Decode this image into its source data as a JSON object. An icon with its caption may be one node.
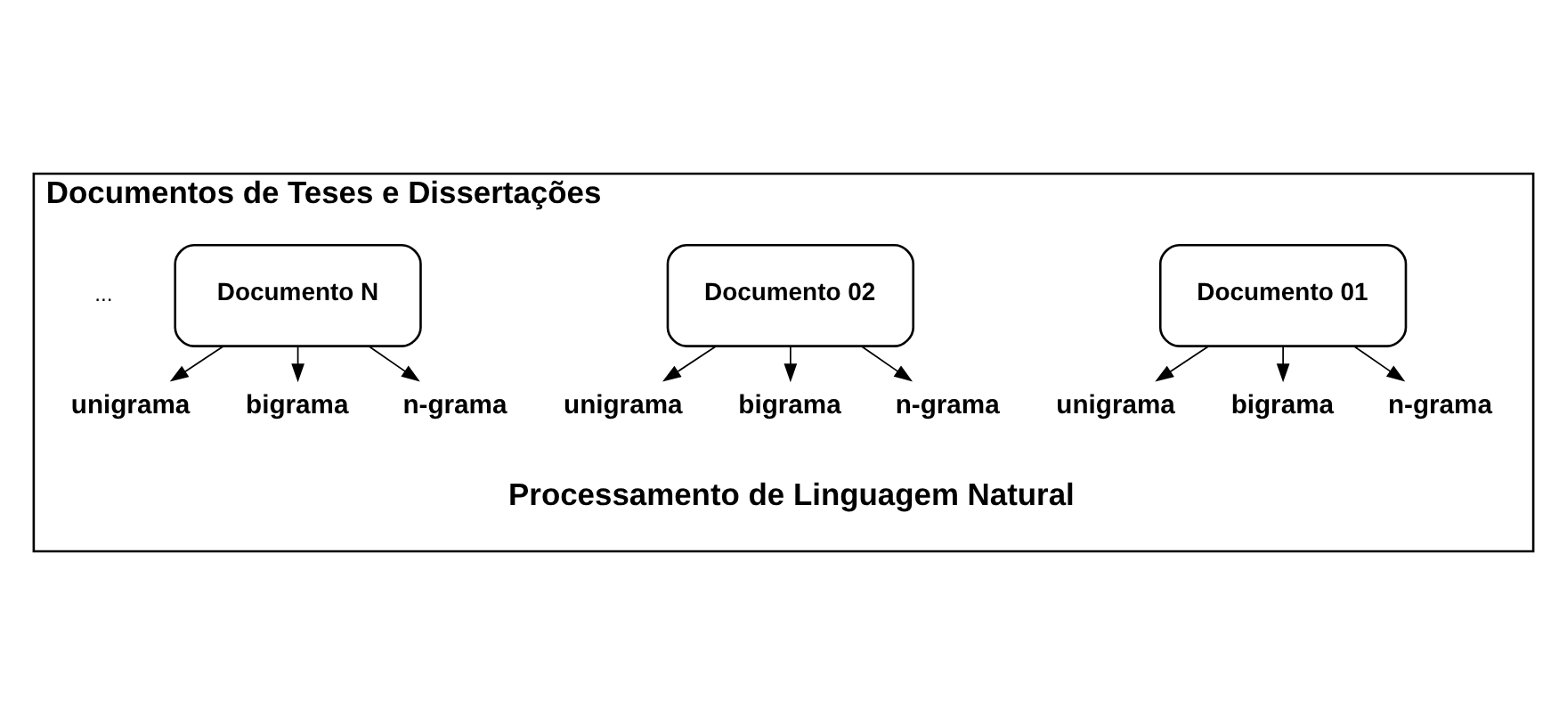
{
  "diagram": {
    "nodes": [
      {
        "text": [
          "Documentos de Teses e Dissertações"
        ]
      },
      {
        "text": [
          "Documento 01"
        ],
        "in": 0
      },
      {
        "text": [
          "unigrama"
        ],
        "in": 0
      },
      {
        "text": [
          "bigrama"
        ],
        "in": 0
      },
      {
        "text": [
          "n-grama"
        ],
        "in": 0
      },
      {
        "text": [
          "Documento 02"
        ],
        "in": 0
      },
      {
        "text": [
          "unigrama"
        ],
        "in": 0
      },
      {
        "text": [
          "bigrama"
        ],
        "in": 0
      },
      {
        "text": [
          "n-grama"
        ],
        "in": 0
      },
      {
        "text": [
          "Documento N"
        ],
        "in": 0
      },
      {
        "text": [
          "unigrama"
        ],
        "in": 0
      },
      {
        "text": [
          "bigrama"
        ],
        "in": 0
      },
      {
        "text": [
          "n-grama"
        ],
        "in": 0
      }
    ],
    "edges": [
      {
        "from": 1,
        "to": 2,
        "arrow": "to"
      },
      {
        "from": 1,
        "to": 3,
        "arrow": "to"
      },
      {
        "from": 1,
        "to": 4,
        "arrow": "to"
      },
      {
        "from": 5,
        "to": 6,
        "arrow": "to"
      },
      {
        "from": 5,
        "to": 7,
        "arrow": "to"
      },
      {
        "from": 5,
        "to": 8,
        "arrow": "to"
      },
      {
        "from": 9,
        "to": 10,
        "arrow": "to"
      },
      {
        "from": 9,
        "to": 11,
        "arrow": "to"
      },
      {
        "from": 9,
        "to": 12,
        "arrow": "to"
      }
    ],
    "labels": [
      "...",
      "Processamento de Linguagem Natural"
    ]
  }
}
